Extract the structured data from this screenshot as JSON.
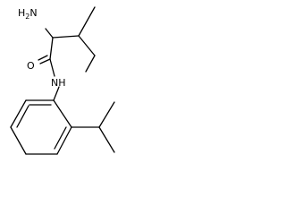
{
  "molecule": {
    "atoms": {
      "amine": {
        "main": "H",
        "sub": "2",
        "tail": "N"
      },
      "carbonyl_oxygen": "O",
      "amide_nitrogen": "NH"
    }
  }
}
